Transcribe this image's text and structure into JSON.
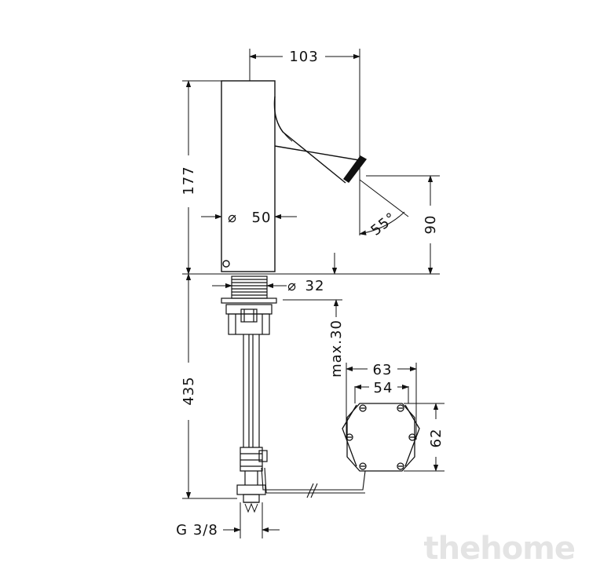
{
  "drawing": {
    "labels": {
      "w103": "103",
      "h177": "177",
      "d50": "50",
      "a55": "55°",
      "h90": "90",
      "d32": "32",
      "h435": "435",
      "max30": "max.30",
      "w63": "63",
      "w54": "54",
      "h62": "62",
      "thread": "G 3/8"
    },
    "diameter_symbol": "⌀"
  },
  "watermark": "thehome",
  "colors": {
    "line": "#111111",
    "watermark": "#e4e4e4"
  }
}
